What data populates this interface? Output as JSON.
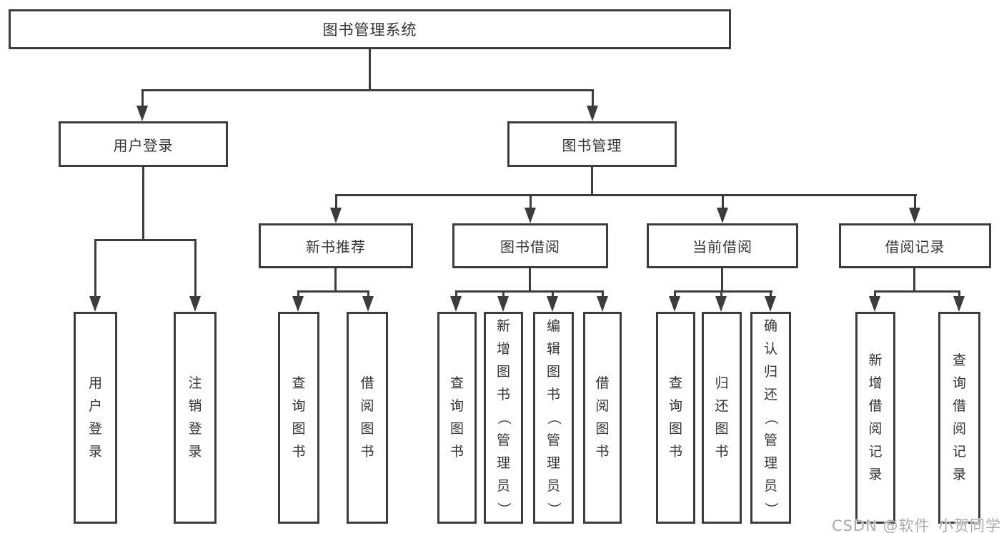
{
  "diagram": {
    "root_label": "图书管理系统",
    "branches": [
      {
        "label": "用户登录",
        "children": [
          "用户登录",
          "注销登录"
        ]
      },
      {
        "label": "图书管理",
        "sections": [
          {
            "label": "新书推荐",
            "children": [
              "查询图书",
              "借阅图书"
            ]
          },
          {
            "label": "图书借阅",
            "children": [
              "查询图书",
              "新增图书（管理员）",
              "编辑图书（管理员）",
              "借阅图书"
            ]
          },
          {
            "label": "当前借阅",
            "children": [
              "查询图书",
              "归还图书",
              "确认归还（管理员）"
            ]
          },
          {
            "label": "借阅记录",
            "children": [
              "新增借阅记录",
              "查询借阅记录"
            ]
          }
        ]
      }
    ]
  },
  "watermark": "CSDN @软件_小贺同学",
  "colors": {
    "line": "#3c3c3c",
    "text": "#333333",
    "background": "#ffffff",
    "watermark": "#ababab"
  }
}
